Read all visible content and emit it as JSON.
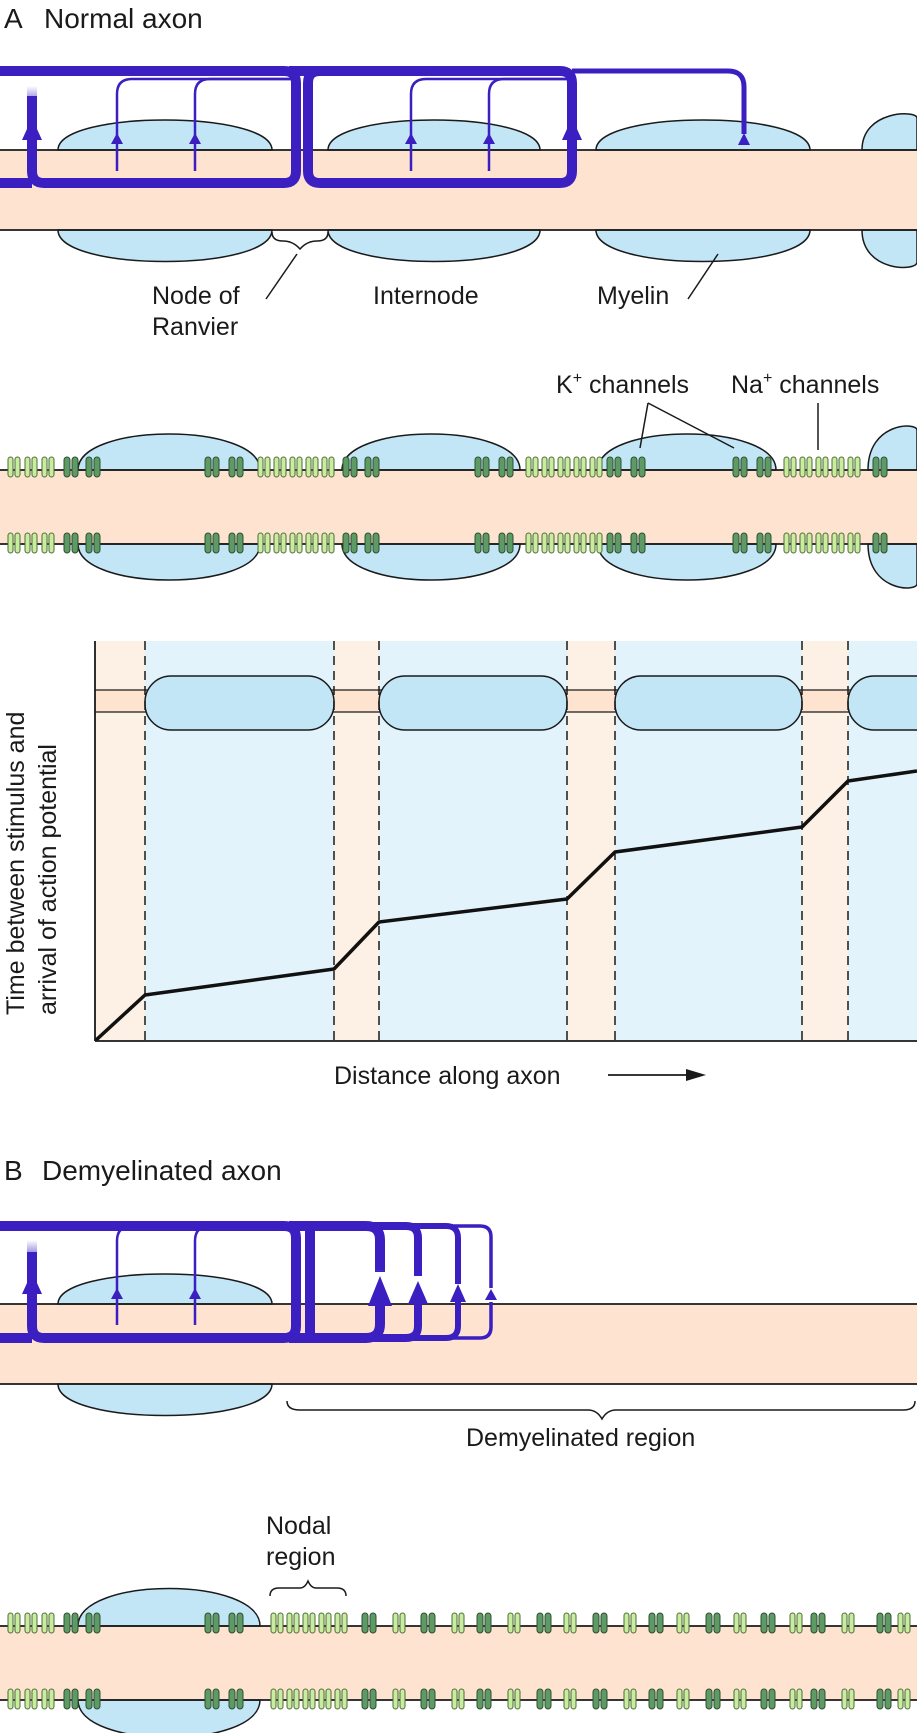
{
  "panel_a": {
    "letter": "A",
    "title": "Normal axon",
    "node_label_1": "Node of",
    "node_label_2": "Ranvier",
    "internode_label": "Internode",
    "myelin_label": "Myelin",
    "k_channels": {
      "base": "K",
      "sup": "+",
      "rest": " channels"
    },
    "na_channels": {
      "base": "Na",
      "sup": "+",
      "rest": " channels"
    }
  },
  "graph": {
    "ylabel_1": "Time between stimulus and",
    "ylabel_2": "arrival of action potential",
    "xlabel": "Distance along axon"
  },
  "panel_b": {
    "letter": "B",
    "title": "Demyelinated axon",
    "demyelinated_label": "Demyelinated region",
    "nodal_label_1": "Nodal",
    "nodal_label_2": "region"
  },
  "colors": {
    "axon": "#fde3d0",
    "myelin": "#c3e6f7",
    "current": "#3b1fc1",
    "k_channel": "#5e9a64",
    "na_channel": "#c9ec9f",
    "graph_node_bg": "#fdf0e4",
    "graph_internode_bg": "#e2f3fc"
  },
  "icons": [
    "k-channel-icon",
    "na-channel-icon",
    "current-arrow-icon",
    "direction-arrow-icon"
  ]
}
